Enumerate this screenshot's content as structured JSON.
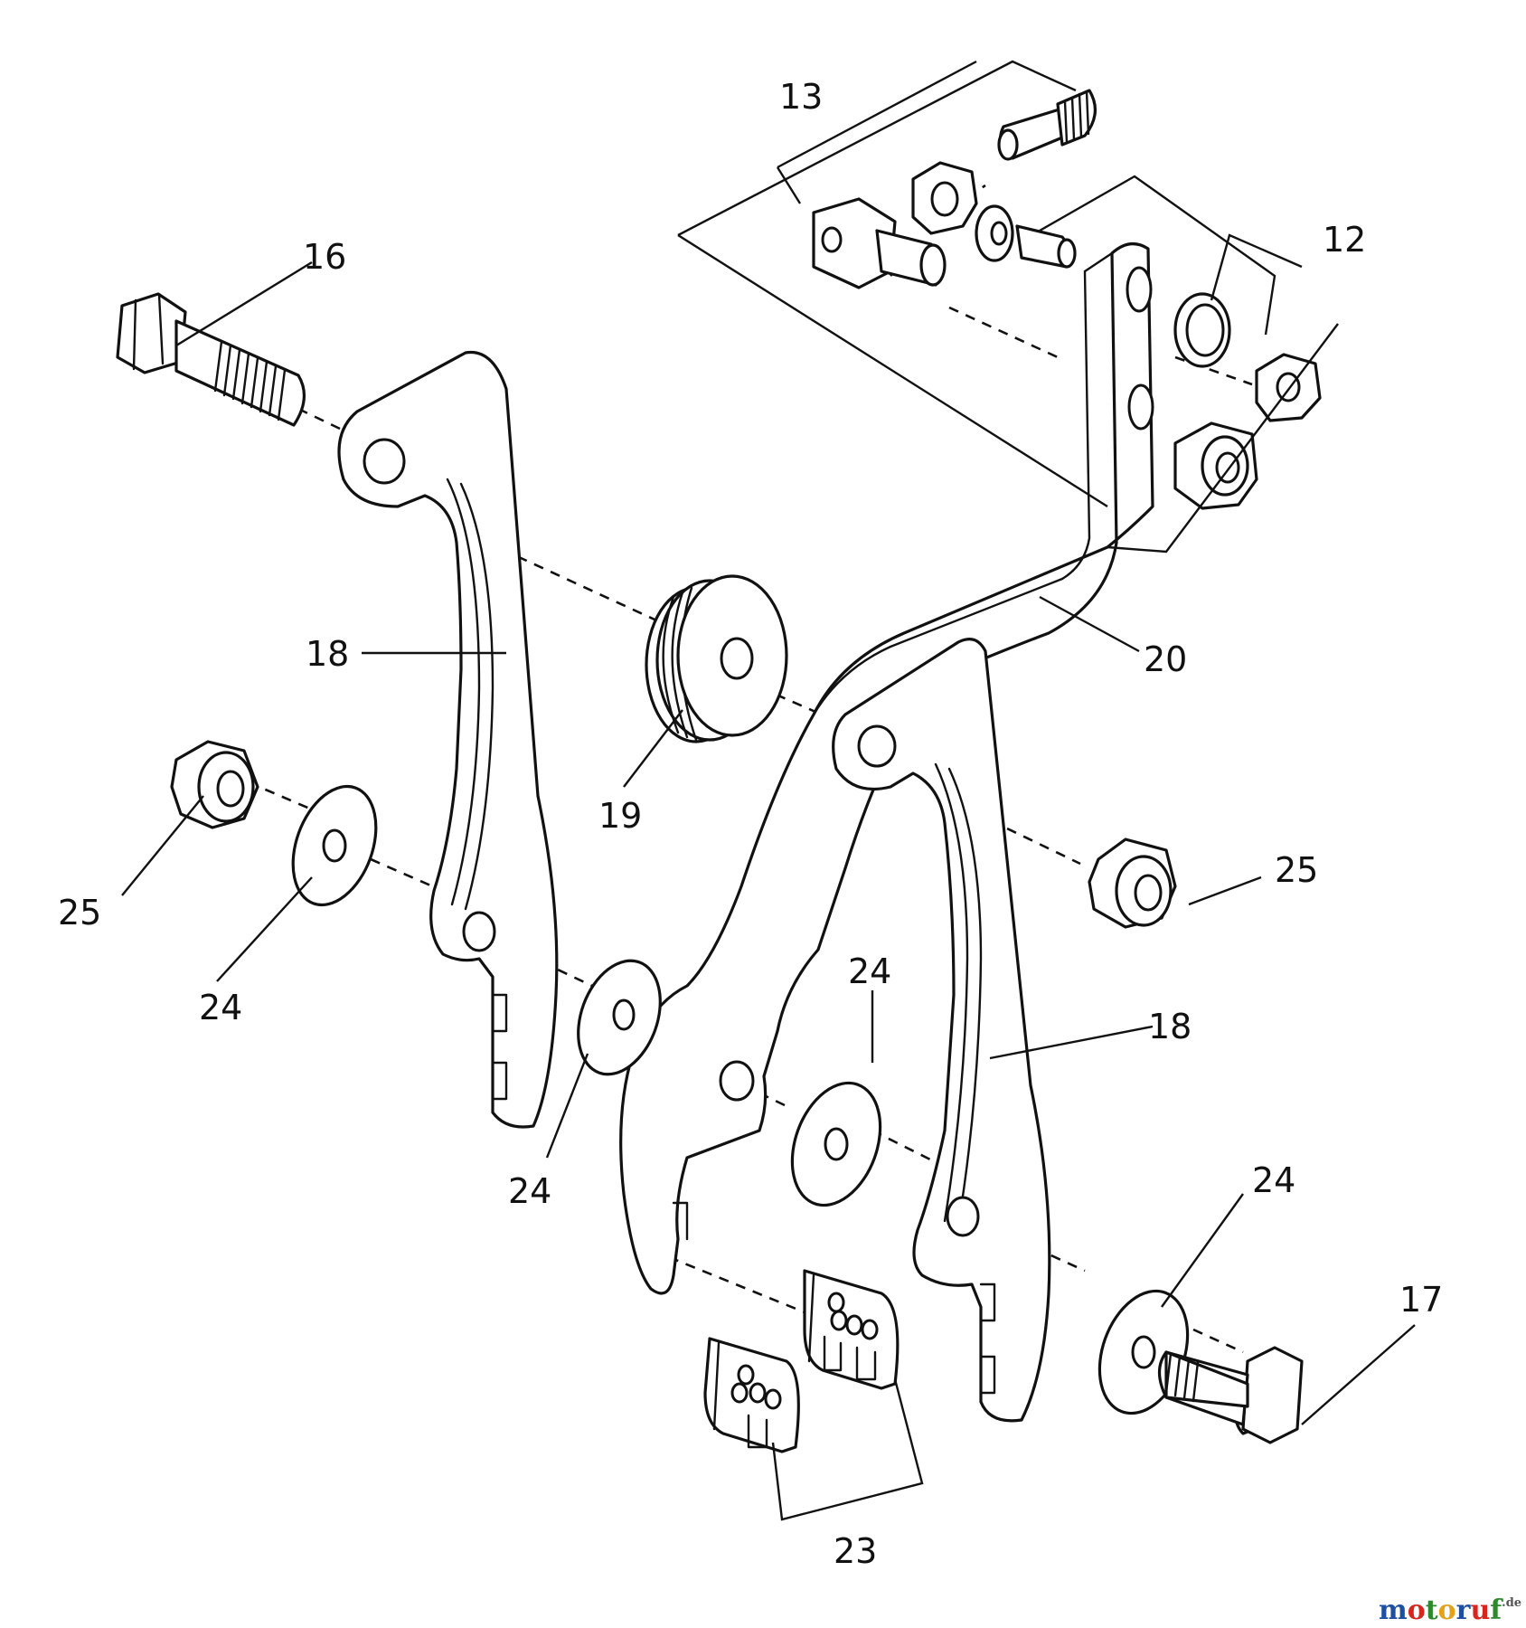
{
  "callouts": {
    "c12": "12",
    "c13": "13",
    "c16": "16",
    "c17": "17",
    "c18a": "18",
    "c18b": "18",
    "c19": "19",
    "c20": "20",
    "c23": "23",
    "c24a": "24",
    "c24b": "24",
    "c24c": "24",
    "c24d": "24",
    "c25a": "25",
    "c25b": "25"
  },
  "watermark": {
    "m": "m",
    "o1": "o",
    "t": "t",
    "o2": "o",
    "r": "r",
    "u": "u",
    "f": "f",
    "suffix": ".de",
    "colors": {
      "m": "#1f4fa0",
      "o1": "#d7261e",
      "t": "#2c8a2c",
      "o2": "#e3a21a",
      "r": "#1f4fa0",
      "u": "#d7261e",
      "f": "#2c8a2c",
      "suffix": "#555555"
    }
  }
}
